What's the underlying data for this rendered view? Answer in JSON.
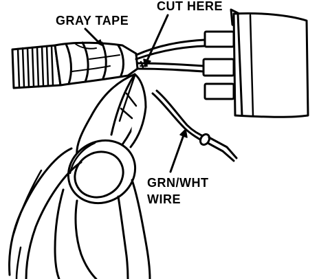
{
  "labels": {
    "gray_tape": "GRAY TAPE",
    "cut_here": "CUT HERE",
    "grn_wht": "GRN/WHT",
    "wire": "WIRE"
  },
  "colors": {
    "ink": "#000000",
    "paper": "#ffffff"
  }
}
